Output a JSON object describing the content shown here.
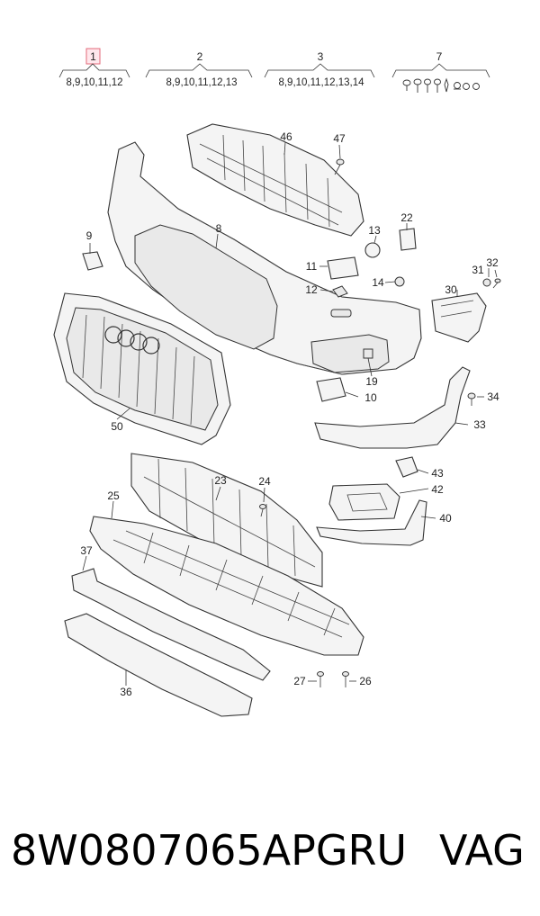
{
  "groups": [
    {
      "id": "1",
      "members": "8,9,10,11,12"
    },
    {
      "id": "2",
      "members": "8,9,10,11,12,13"
    },
    {
      "id": "3",
      "members": "8,9,10,11,12,13,14"
    },
    {
      "id": "7",
      "members": ""
    }
  ],
  "labels": {
    "p8": "8",
    "p9": "9",
    "p10": "10",
    "p11": "11",
    "p12": "12",
    "p13": "13",
    "p14": "14",
    "p19": "19",
    "p22": "22",
    "p23": "23",
    "p24": "24",
    "p25": "25",
    "p26": "26",
    "p27": "27",
    "p30": "30",
    "p31": "31",
    "p32": "32",
    "p33": "33",
    "p34": "34",
    "p36": "36",
    "p37": "37",
    "p40": "40",
    "p42": "42",
    "p43": "43",
    "p46": "46",
    "p47": "47",
    "p50": "50"
  },
  "caption": {
    "part_number": "8W0807065APGRU",
    "brand": "VAG"
  },
  "colors": {
    "highlight_border": "#e36a7a",
    "highlight_fill": "#ffe7ec",
    "line": "#333333"
  }
}
